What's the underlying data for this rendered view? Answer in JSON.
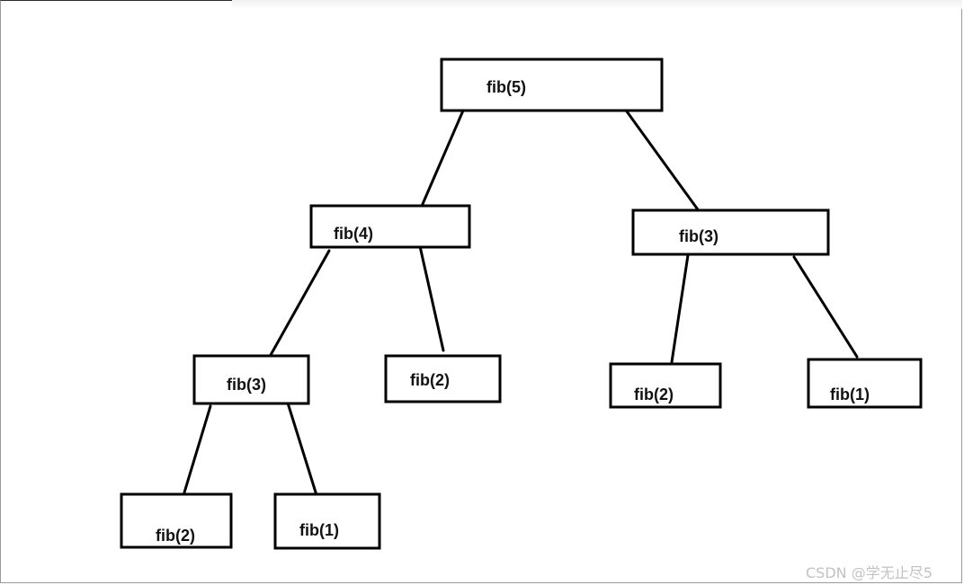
{
  "diagram": {
    "nodes": [
      {
        "id": "n1",
        "label": "fib(5)"
      },
      {
        "id": "n2",
        "label": "fib(4)"
      },
      {
        "id": "n3",
        "label": "fib(3)"
      },
      {
        "id": "n4",
        "label": "fib(3)"
      },
      {
        "id": "n5",
        "label": "fib(2)"
      },
      {
        "id": "n6",
        "label": "fib(2)"
      },
      {
        "id": "n7",
        "label": "fib(1)"
      },
      {
        "id": "n8",
        "label": "fib(2)"
      },
      {
        "id": "n9",
        "label": "fib(1)"
      }
    ],
    "edges": [
      {
        "from": "n1",
        "to": "n2"
      },
      {
        "from": "n1",
        "to": "n3"
      },
      {
        "from": "n2",
        "to": "n4"
      },
      {
        "from": "n2",
        "to": "n5"
      },
      {
        "from": "n3",
        "to": "n6"
      },
      {
        "from": "n3",
        "to": "n7"
      },
      {
        "from": "n4",
        "to": "n8"
      },
      {
        "from": "n4",
        "to": "n9"
      }
    ]
  },
  "watermark": "CSDN @学无止尽5"
}
